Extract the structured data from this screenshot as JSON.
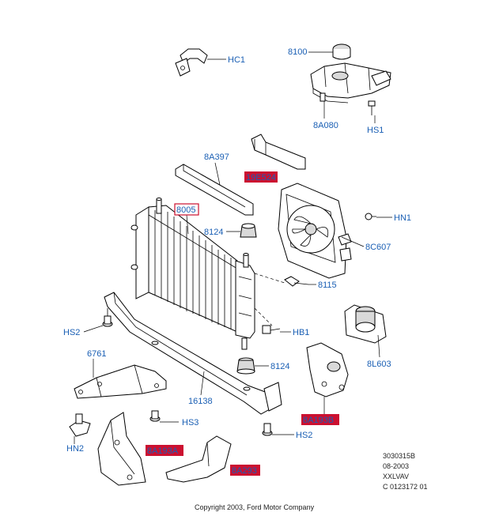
{
  "diagram": {
    "labels": [
      {
        "id": "hc1",
        "text": "HC1",
        "highlight": false
      },
      {
        "id": "p8100",
        "text": "8100",
        "highlight": false
      },
      {
        "id": "p8a080",
        "text": "8A080",
        "highlight": false
      },
      {
        "id": "hs1",
        "text": "HS1",
        "highlight": false
      },
      {
        "id": "p8a397",
        "text": "8A397",
        "highlight": false
      },
      {
        "id": "p19e524",
        "text": "19E524",
        "highlight": true
      },
      {
        "id": "p8005",
        "text": "8005",
        "highlight": false,
        "boxed": true
      },
      {
        "id": "p8124a",
        "text": "8124",
        "highlight": false
      },
      {
        "id": "hn1",
        "text": "HN1",
        "highlight": false
      },
      {
        "id": "p8c607",
        "text": "8C607",
        "highlight": false
      },
      {
        "id": "p8115",
        "text": "8115",
        "highlight": false
      },
      {
        "id": "hs2a",
        "text": "HS2",
        "highlight": false
      },
      {
        "id": "hb1",
        "text": "HB1",
        "highlight": false
      },
      {
        "id": "p8l603",
        "text": "8L603",
        "highlight": false
      },
      {
        "id": "p6761",
        "text": "6761",
        "highlight": false
      },
      {
        "id": "p8124b",
        "text": "8124",
        "highlight": false
      },
      {
        "id": "p16138",
        "text": "16138",
        "highlight": false
      },
      {
        "id": "p8a193b",
        "text": "8A193B",
        "highlight": true
      },
      {
        "id": "hs3",
        "text": "HS3",
        "highlight": false
      },
      {
        "id": "hs2b",
        "text": "HS2",
        "highlight": false
      },
      {
        "id": "hn2",
        "text": "HN2",
        "highlight": false
      },
      {
        "id": "p8a193a",
        "text": "8A193A",
        "highlight": true
      },
      {
        "id": "p8a293",
        "text": "8A293",
        "highlight": true
      }
    ],
    "colors": {
      "label": "#1a5fb4",
      "highlight_fill": "#cc1030",
      "box": "#cc1030",
      "line": "#000000"
    }
  },
  "meta_block": [
    "3030315B",
    "08-2003",
    "XXLVAV",
    "C 0123172 01"
  ],
  "copyright": "Copyright 2003, Ford Motor Company"
}
